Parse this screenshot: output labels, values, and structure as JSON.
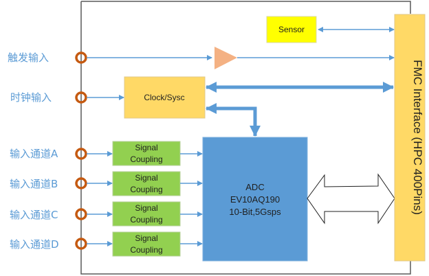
{
  "inputs": {
    "trigger": "触发输入",
    "clock": "时钟输入",
    "channel_a": "输入通道A",
    "channel_b": "输入通道B",
    "channel_c": "输入通道C",
    "channel_d": "输入通道D"
  },
  "blocks": {
    "sensor": "Sensor",
    "clock_sync": "Clock/Sysc",
    "signal_coupling_line1": "Signal",
    "signal_coupling_line2": "Coupling",
    "adc_line1": "ADC",
    "adc_line2": "EV10AQ190",
    "adc_line3": "10-Bit,5Gsps",
    "fmc": "FMC Interface (HPC 400Pins)"
  },
  "colors": {
    "label_blue": "#5b9bd5",
    "connector_orange": "#c55a11",
    "clock_box": "#ffd966",
    "sensor_box": "#ffff00",
    "coupling_box": "#92d050",
    "adc_box": "#5b9bd5",
    "fmc_box": "#ffd966",
    "amplifier": "#f4b183"
  }
}
